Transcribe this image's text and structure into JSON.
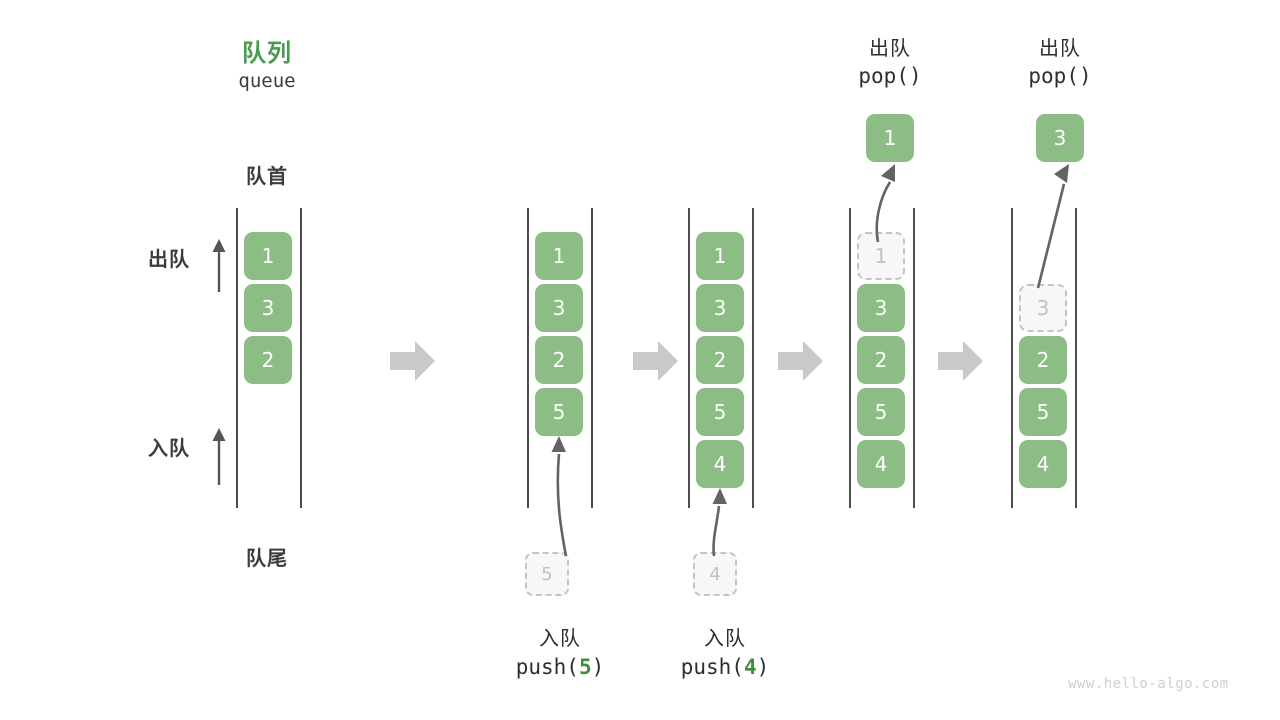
{
  "diagram": {
    "title_cn": "队列",
    "title_en": "queue",
    "front_label": "队首",
    "rear_label": "队尾",
    "dequeue_side_label": "出队",
    "enqueue_side_label": "入队",
    "watermark": "www.hello-algo.com",
    "colors": {
      "element_fill": "#8bbd85",
      "element_text": "#ffffff",
      "ghost_fill": "#f7f7f7",
      "ghost_border": "#c4c4c4",
      "ghost_text": "#c2c2c2",
      "rail": "#4d4d4d",
      "accent_green": "#4a9a4f",
      "step_arrow": "#c9c9c9",
      "motion_arrow": "#636363",
      "text": "#3c3c3c",
      "watermark": "#cfcfcf"
    }
  },
  "steps": [
    {
      "id": "initial",
      "caption_cn": "",
      "caption_code": "",
      "items": [
        "1",
        "3",
        "2"
      ],
      "ghost_index": -1,
      "incoming_value": "",
      "popped_value": ""
    },
    {
      "id": "push-5",
      "caption_cn": "入队",
      "caption_code_prefix": "push(",
      "caption_code_num": "5",
      "caption_code_suffix": ")",
      "items": [
        "1",
        "3",
        "2",
        "5"
      ],
      "ghost_index": -1,
      "incoming_value": "5",
      "popped_value": ""
    },
    {
      "id": "push-4",
      "caption_cn": "入队",
      "caption_code_prefix": "push(",
      "caption_code_num": "4",
      "caption_code_suffix": ")",
      "items": [
        "1",
        "3",
        "2",
        "5",
        "4"
      ],
      "ghost_index": -1,
      "incoming_value": "4",
      "popped_value": ""
    },
    {
      "id": "pop-1",
      "caption_cn": "出队",
      "caption_code": "pop()",
      "items": [
        "1",
        "3",
        "2",
        "5",
        "4"
      ],
      "ghost_index": 0,
      "incoming_value": "",
      "popped_value": "1"
    },
    {
      "id": "pop-3",
      "caption_cn": "出队",
      "caption_code": "pop()",
      "items": [
        "3",
        "2",
        "5",
        "4"
      ],
      "ghost_index": 0,
      "incoming_value": "",
      "popped_value": "3"
    }
  ],
  "columns": {
    "col1": {
      "b0": "1",
      "b1": "3",
      "b2": "2"
    },
    "col2": {
      "b0": "1",
      "b1": "3",
      "b2": "2",
      "b3": "5",
      "ghost": "5"
    },
    "col3": {
      "b0": "1",
      "b1": "3",
      "b2": "2",
      "b3": "5",
      "b4": "4",
      "ghost": "4"
    },
    "col4": {
      "g0": "1",
      "b1": "3",
      "b2": "2",
      "b3": "5",
      "b4": "4",
      "out": "1",
      "top_cn": "出队",
      "top_code": "pop()"
    },
    "col5": {
      "g1": "3",
      "b2": "2",
      "b3": "5",
      "b4": "4",
      "out": "3",
      "top_cn": "出队",
      "top_code": "pop()"
    }
  },
  "captions": {
    "push5_cn": "入队",
    "push5_code_prefix": "push(",
    "push5_code_num": "5",
    "push5_code_suffix": ")",
    "push4_cn": "入队",
    "push4_code_prefix": "push(",
    "push4_code_num": "4",
    "push4_code_suffix": ")"
  }
}
